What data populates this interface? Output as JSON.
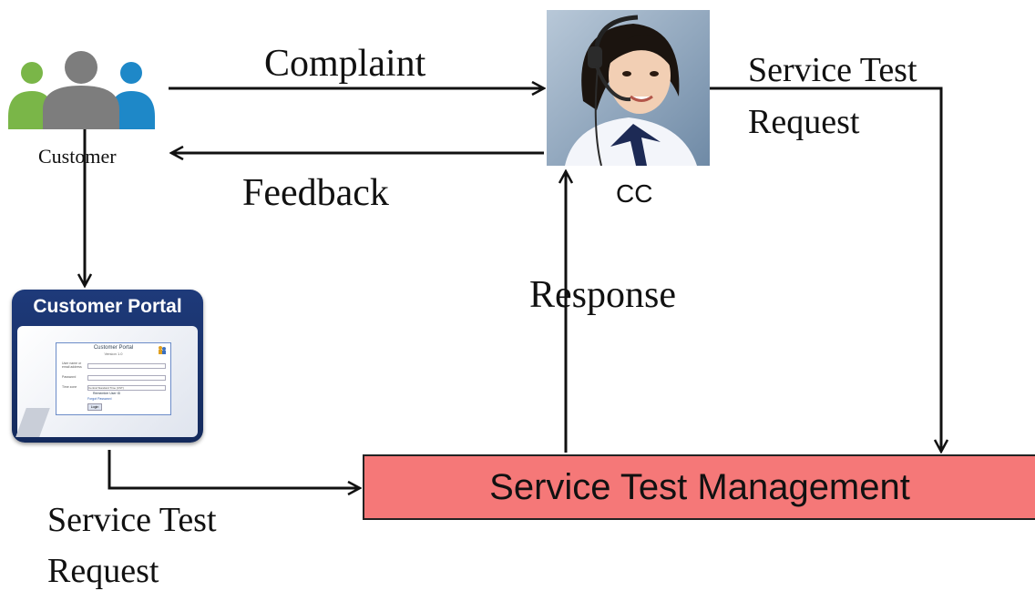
{
  "nodes": {
    "customer": {
      "label": "Customer"
    },
    "cc": {
      "label": "CC"
    },
    "stm": {
      "label": "Service Test Management"
    }
  },
  "portal": {
    "title": "Customer Portal",
    "form_title": "Customer Portal",
    "form_sub": "Version 1.0",
    "user_label": "User name or email address",
    "password_label": "Password",
    "tz_label": "Time zone",
    "tz_value": "Central Standard Time (CST)",
    "remember_label": "Remember User ID",
    "forgot_label": "Forgot Password",
    "login_label": "Login"
  },
  "edges": {
    "complaint": "Complaint",
    "feedback": "Feedback",
    "response": "Response",
    "cc_request_line1": "Service Test",
    "cc_request_line2": "Request",
    "portal_request_line1": "Service Test",
    "portal_request_line2": "Request"
  },
  "colors": {
    "stm_fill": "#f57878",
    "user_green": "#7ab648",
    "user_gray": "#7d7d7d",
    "user_blue": "#1e88c8",
    "portal_navy": "#1e3a7a"
  },
  "icons": {
    "customer": "users-group-icon",
    "cc": "call-center-agent-icon"
  }
}
